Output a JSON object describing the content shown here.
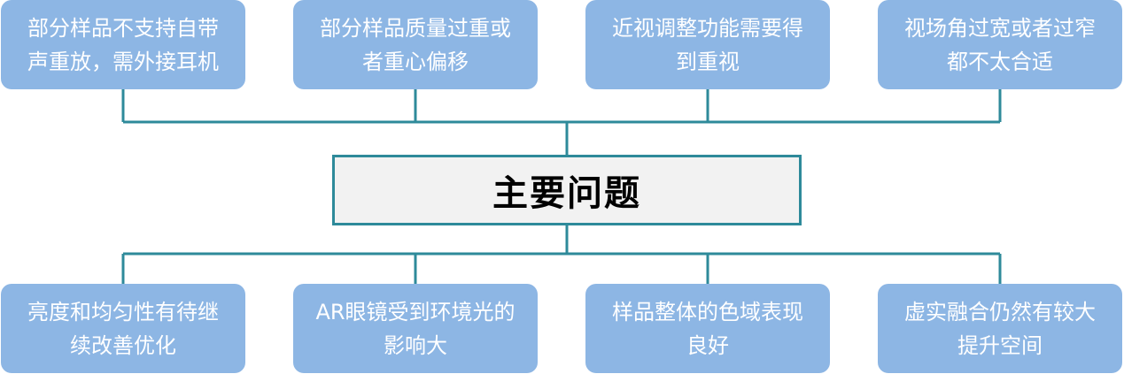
{
  "colors": {
    "box_fill": "#8db6e4",
    "box_text": "#ffffff",
    "connector": "#2e8a9a",
    "center_fill": "#f2f2f2",
    "center_text": "#000000"
  },
  "center": {
    "title": "主要问题"
  },
  "top_issues": [
    {
      "text": "部分样品不支持自带声重放，需外接耳机"
    },
    {
      "text": "部分样品质量过重或者重心偏移"
    },
    {
      "text": "近视调整功能需要得到重视"
    },
    {
      "text": "视场角过宽或者过窄都不太合适"
    }
  ],
  "bottom_issues": [
    {
      "text": "亮度和均匀性有待继续改善优化"
    },
    {
      "text": "AR眼镜受到环境光的影响大"
    },
    {
      "text": "样品整体的色域表现良好"
    },
    {
      "text": "虚实融合仍然有较大提升空间"
    }
  ]
}
